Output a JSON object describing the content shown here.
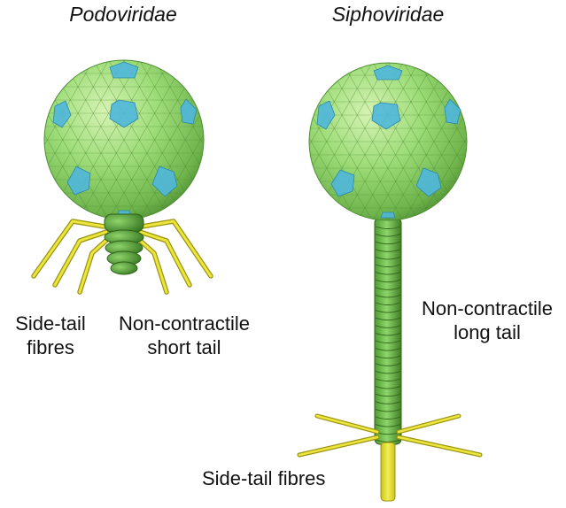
{
  "podoviridae": {
    "title": "Podoviridae",
    "label_fibres": [
      "Side-tail",
      "fibres"
    ],
    "label_tail": [
      "Non-contractile",
      "short tail"
    ]
  },
  "siphoviridae": {
    "title": "Siphoviridae",
    "label_tail": [
      "Non-contractile",
      "long tail"
    ],
    "label_fibres": "Side-tail fibres"
  },
  "colors": {
    "capsid_green": "#8fd46b",
    "capsid_dark": "#5a9a3a",
    "vertex_blue": "#4fb7dc",
    "tail_green": "#4e9a2f",
    "fibre_yellow": "#e8e23a",
    "fibre_outline": "#9a9412"
  }
}
